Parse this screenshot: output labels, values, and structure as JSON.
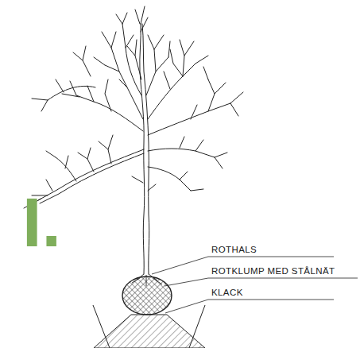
{
  "diagram": {
    "labels": [
      "I.",
      "ROTHALS",
      "ROTKLUMP MED STÅLNÄT",
      "KLACK"
    ]
  }
}
